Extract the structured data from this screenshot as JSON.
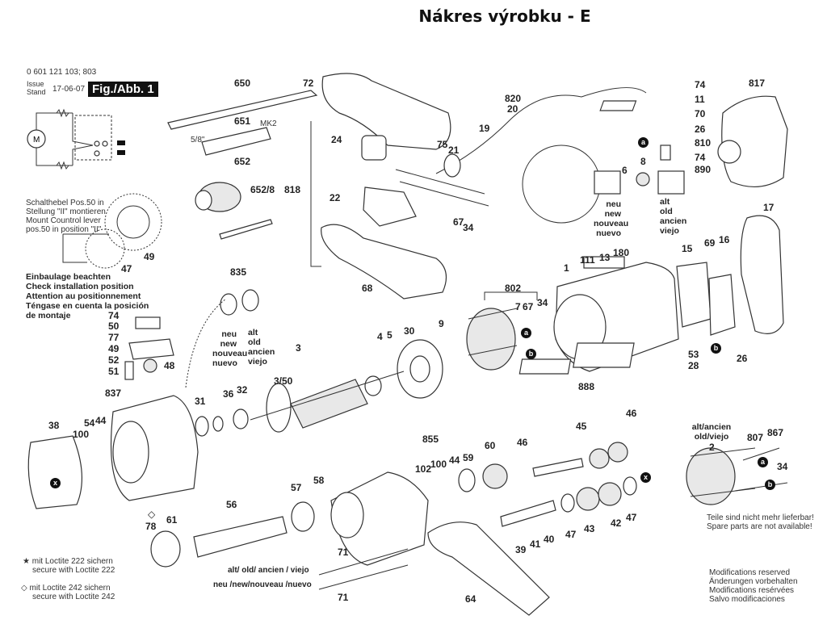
{
  "header": {
    "title": "Nákres výrobku - E",
    "product_number": "0 601 121 103; 803",
    "issue_label_1": "Issue",
    "issue_label_2": "Stand",
    "issue_date": "17-06-07",
    "figure_label": "Fig./Abb. 1"
  },
  "notes": {
    "control_lever": [
      "Schalthebel Pos.50 in",
      "Stellung \"II\" montieren",
      "Mount Countrol lever",
      "pos.50 in position \"II\""
    ],
    "installation": [
      "Einbaulage beachten",
      "Check installation position",
      "Attention au positionnement",
      "Téngase en cuenta la posición",
      "de montaje"
    ],
    "loctite_222": [
      "mit Loctite 222 sichern",
      "secure with Loctite 222"
    ],
    "loctite_242": [
      "mit Loctite 242 sichern",
      "secure with Loctite 242"
    ],
    "not_available": [
      "Teile sind nicht mehr lieferbar!",
      "Spare parts are not available!"
    ],
    "modifications": [
      "Modifications reserved",
      "Änderungen vorbehalten",
      "Modifications resérvées",
      "Salvo modificaciones"
    ],
    "old_screw": "alt/ old/ ancien / viejo",
    "new_screw": "neu /new/nouveau /nuevo",
    "new_labels": [
      "neu",
      "new",
      "nouveau",
      "nuevo"
    ],
    "old_labels": [
      "alt",
      "old",
      "ancien",
      "viejo"
    ],
    "old_stator": [
      "alt/ancien",
      "old/viejo"
    ],
    "shank_size": "5/8\"",
    "taper": "MK2"
  },
  "badges": {
    "a": "a",
    "b": "b",
    "x": "x"
  },
  "symbols": {
    "star": "★",
    "diamond": "◇"
  },
  "parts": {
    "p650": "650",
    "p651": "651",
    "p652": "652",
    "p652_8": "652/8",
    "p72": "72",
    "p818": "818",
    "p24": "24",
    "p22": "22",
    "p68": "68",
    "p820": "820",
    "p20": "20",
    "p19": "19",
    "p75": "75",
    "p21": "21",
    "p67a": "67",
    "p34a": "34",
    "p6": "6",
    "p8": "8",
    "p74a": "74",
    "p11": "11",
    "p70": "70",
    "p26a": "26",
    "p810": "810",
    "p74b": "74",
    "p890": "890",
    "p817": "817",
    "p17": "17",
    "p15": "15",
    "p69": "69",
    "p16": "16",
    "p26b": "26",
    "p1": "1",
    "p111": "111",
    "p13": "13",
    "p180": "180",
    "p802": "802",
    "p7": "7",
    "p67b": "67",
    "p34b": "34",
    "p53": "53",
    "p28": "28",
    "p888": "888",
    "p9": "9",
    "p30": "30",
    "p4": "4",
    "p5": "5",
    "p3": "3",
    "p3_50": "3/50",
    "p835": "835",
    "p47a": "47",
    "p49a": "49",
    "p74c": "74",
    "p50": "50",
    "p77": "77",
    "p49b": "49",
    "p52": "52",
    "p51": "51",
    "p48": "48",
    "p837": "837",
    "p38": "38",
    "p100a": "100",
    "p54": "54",
    "p44a": "44",
    "p31": "31",
    "p36": "36",
    "p32": "32",
    "p56": "56",
    "p57": "57",
    "p58": "58",
    "p78": "78",
    "p61": "61",
    "p71a": "71",
    "p71b": "71",
    "p64": "64",
    "p855": "855",
    "p102": "102",
    "p100b": "100",
    "p44b": "44",
    "p59": "59",
    "p60": "60",
    "p46a": "46",
    "p45": "45",
    "p46b": "46",
    "p39": "39",
    "p41": "41",
    "p40": "40",
    "p47b": "47",
    "p43": "43",
    "p42": "42",
    "p47c": "47",
    "p2": "2",
    "p807": "807",
    "p867": "867",
    "p34c": "34"
  }
}
